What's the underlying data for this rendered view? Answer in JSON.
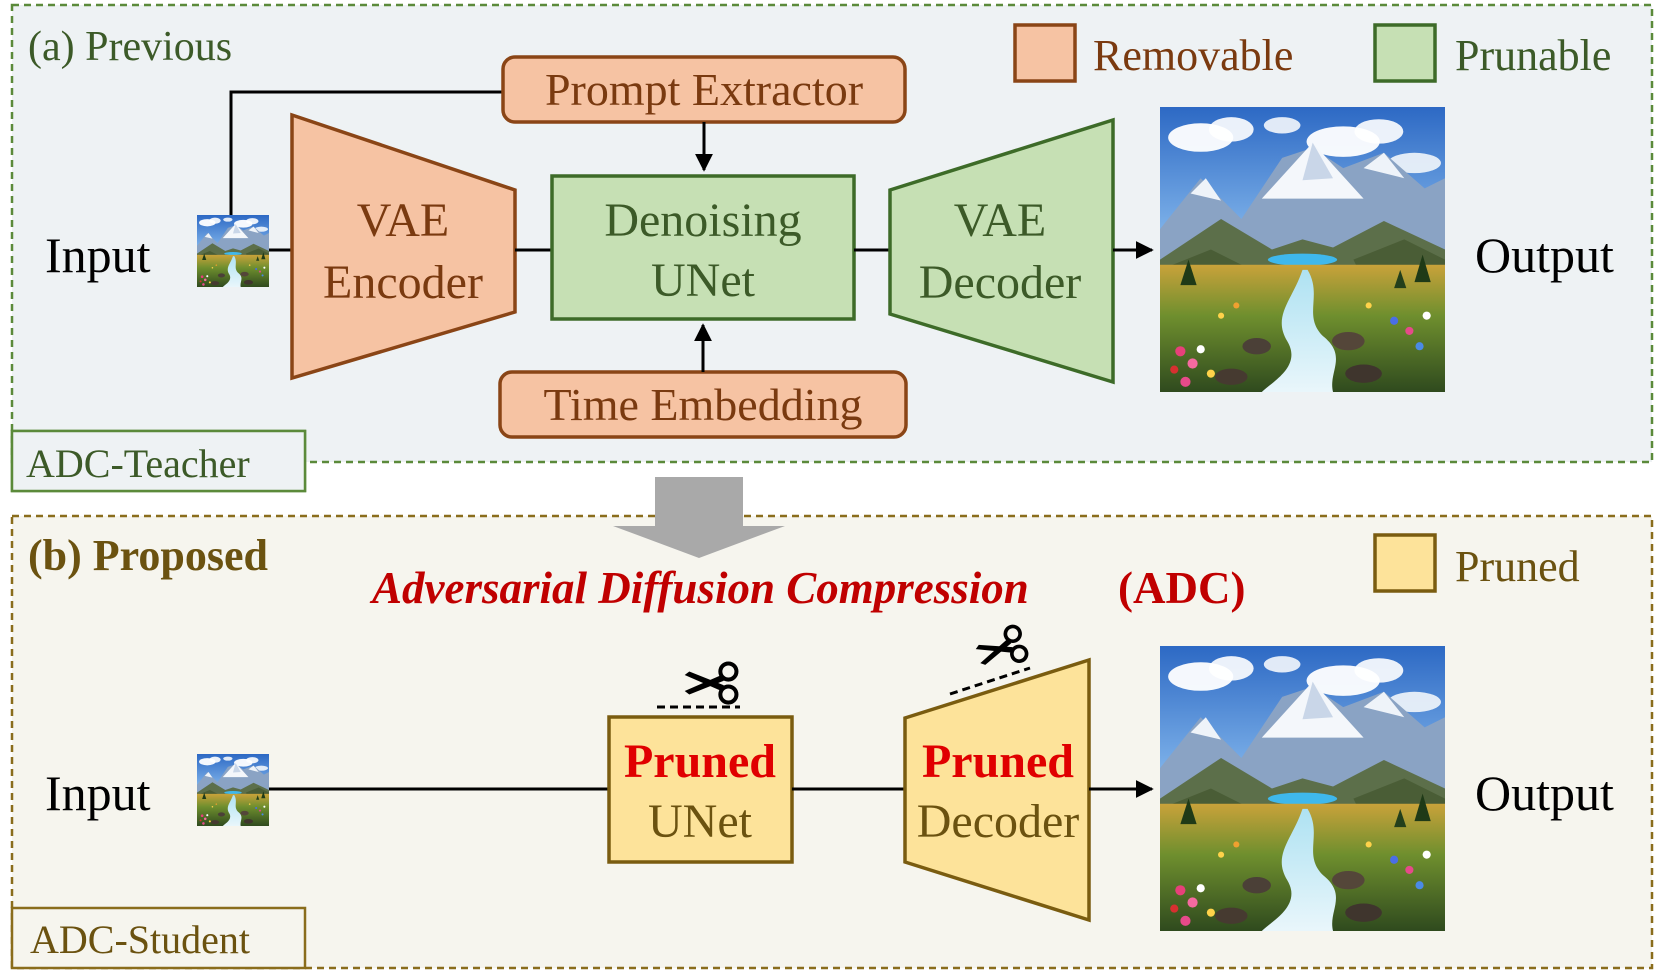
{
  "panel_a": {
    "title": "(a) Previous",
    "tag": "ADC-Teacher",
    "input_label": "Input",
    "output_label": "Output",
    "prompt_extractor": "Prompt Extractor",
    "time_embedding": "Time Embedding",
    "vae_encoder": [
      "VAE",
      "Encoder"
    ],
    "denoising_unet": [
      "Denoising",
      "UNet"
    ],
    "vae_decoder": [
      "VAE",
      "Decoder"
    ]
  },
  "legend": {
    "removable": "Removable",
    "prunable": "Prunable",
    "pruned": "Pruned"
  },
  "panel_b": {
    "title": "(b) Proposed",
    "tag": "ADC-Student",
    "method_name": "Adversarial Diffusion Compression",
    "method_abbr": "(ADC)",
    "input_label": "Input",
    "output_label": "Output",
    "pruned_unet": [
      "Pruned",
      "UNet"
    ],
    "pruned_decoder": [
      "Pruned",
      "Decoder"
    ]
  },
  "colors": {
    "panel_a_bg": "#eef2f4",
    "panel_a_border": "#5b8a3a",
    "panel_b_bg": "#f6f5ee",
    "panel_b_border": "#8a6d1c",
    "removable_fill": "#f6c3a3",
    "removable_stroke": "#8a4516",
    "prunable_fill": "#c6e0b4",
    "prunable_stroke": "#3d6b28",
    "pruned_fill": "#fde39a",
    "pruned_stroke": "#7a5c10",
    "green_text": "#3c5a28",
    "brown_text": "#7a3a10",
    "gold_text": "#6b5210",
    "red_text": "#c00000"
  },
  "icons": [
    "scissors-icon",
    "landscape-image",
    "down-arrow"
  ]
}
